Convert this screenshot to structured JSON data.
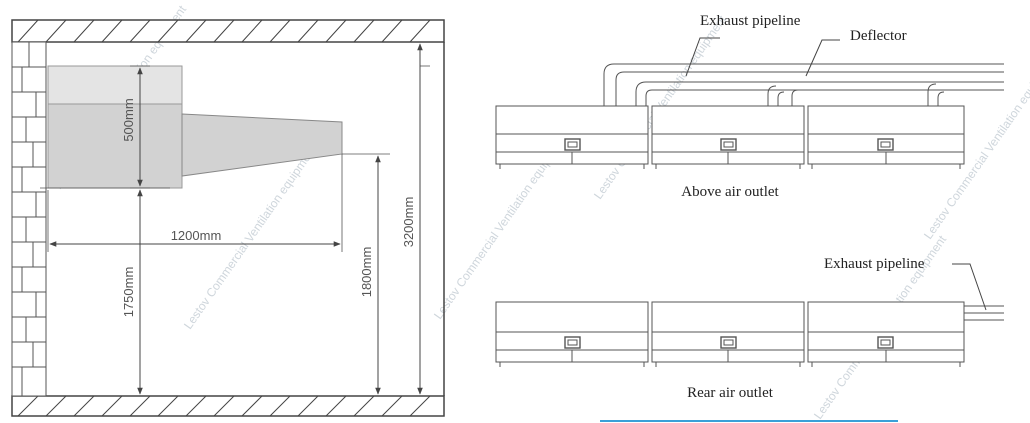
{
  "left_diagram": {
    "dims": {
      "hood_height": "500mm",
      "hood_length": "1200mm",
      "hood_bottom": "1750mm",
      "hood_tip": "1800mm",
      "room_height": "3200mm"
    }
  },
  "right_diagram": {
    "top": {
      "exhaust_label": "Exhaust pipeline",
      "deflector_label": "Deflector",
      "caption": "Above air outlet"
    },
    "bottom": {
      "exhaust_label": "Exhaust pipeline",
      "caption": "Rear air outlet"
    }
  },
  "watermark": "Lestov Commercial Ventilation equipment",
  "colors": {
    "line": "#444444",
    "hood_fill": "#d2d2d2",
    "hood_top_fill": "#e4e4e4",
    "accent_line": "#3aa0d8"
  }
}
